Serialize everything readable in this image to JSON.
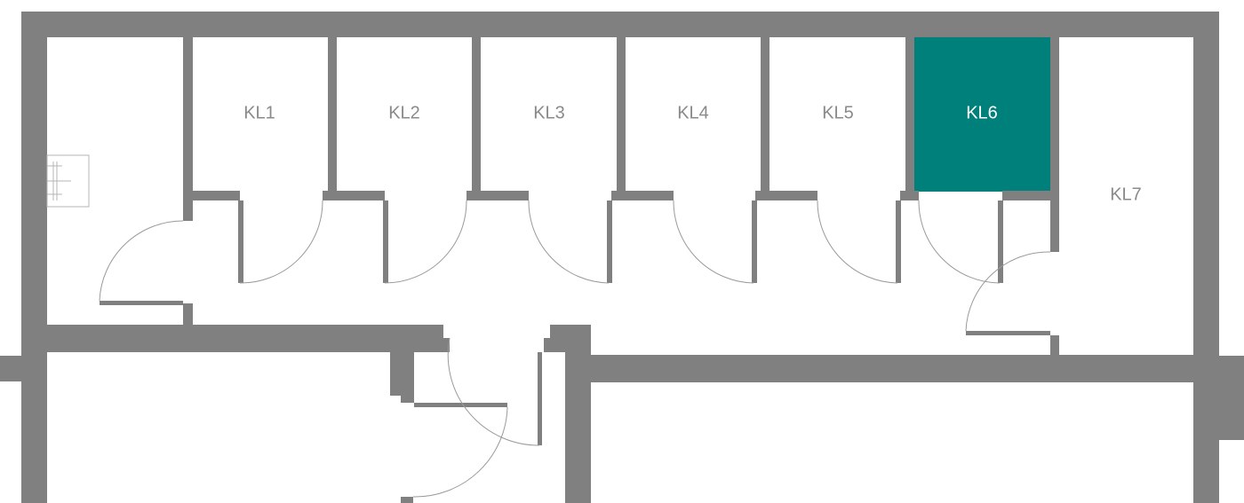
{
  "floorplan": {
    "selected_room": "KL6",
    "colors": {
      "wall": "#808080",
      "selected_fill": "#00807A",
      "label": "#8a8a8a",
      "selected_label": "#ffffff"
    },
    "rooms": [
      {
        "label": "KL1",
        "selected": false
      },
      {
        "label": "KL2",
        "selected": false
      },
      {
        "label": "KL3",
        "selected": false
      },
      {
        "label": "KL4",
        "selected": false
      },
      {
        "label": "KL5",
        "selected": false
      },
      {
        "label": "KL6",
        "selected": true
      },
      {
        "label": "KL7",
        "selected": false
      }
    ]
  }
}
